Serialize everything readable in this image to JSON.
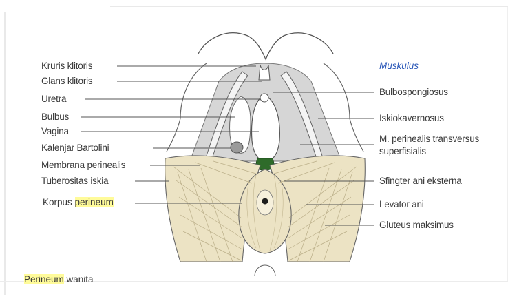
{
  "diagram": {
    "left_labels": [
      "Kruris klitoris",
      "Glans klitoris",
      "Uretra",
      "Bulbus",
      "Vagina",
      "Kalenjar Bartolini",
      "Membrana perinealis",
      "Tuberositas iskia"
    ],
    "korpus_prefix": "Korpus",
    "korpus_highlight": "perineum",
    "muscle_heading": "Muskulus",
    "right_labels": [
      "Bulbospongiosus",
      "Iskiokavernosus",
      "M. perinealis transversus",
      "superfisialis",
      "Sfingter ani eksterna",
      "Levator ani",
      "Gluteus maksimus"
    ],
    "caption_highlight": "Perineum",
    "caption_rest": " wanita"
  },
  "colors": {
    "muscle_fill": "#ece3c4",
    "membrane_fill": "#d6d6d6",
    "body_green": "#2e6b2a",
    "outline": "#555555",
    "heading_blue": "#2a57b8",
    "highlight": "#fffb9a"
  }
}
